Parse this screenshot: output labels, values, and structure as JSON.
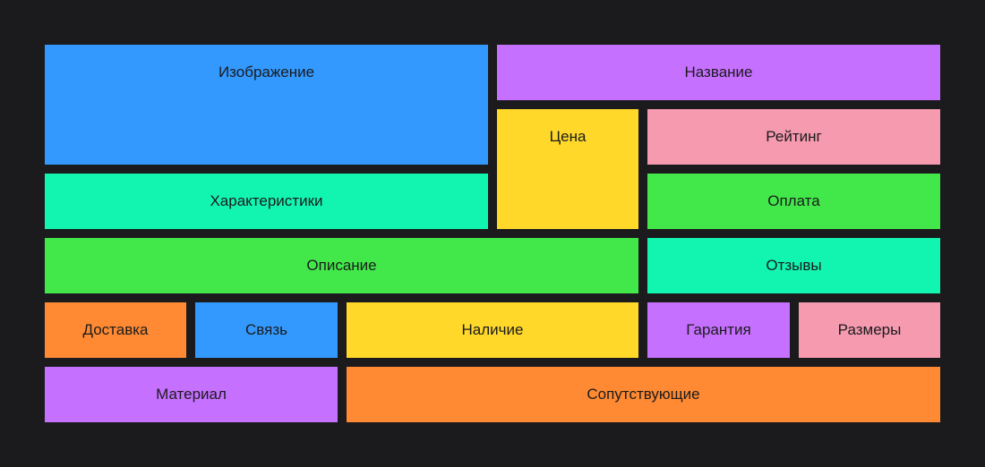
{
  "colors": {
    "background": "#1b1b1d",
    "text": "#1b1b1d"
  },
  "blocks": [
    {
      "id": "image",
      "label": "Изображение",
      "color": "#3399ff"
    },
    {
      "id": "title",
      "label": "Название",
      "color": "#c670ff"
    },
    {
      "id": "price",
      "label": "Цена",
      "color": "#ffd829"
    },
    {
      "id": "rating",
      "label": "Рейтинг",
      "color": "#f59aaf"
    },
    {
      "id": "specs",
      "label": "Характеристики",
      "color": "#12f5b0"
    },
    {
      "id": "payment",
      "label": "Оплата",
      "color": "#42e84a"
    },
    {
      "id": "description",
      "label": "Описание",
      "color": "#42e84a"
    },
    {
      "id": "reviews",
      "label": "Отзывы",
      "color": "#12f5b0"
    },
    {
      "id": "delivery",
      "label": "Доставка",
      "color": "#ff8a33"
    },
    {
      "id": "contact",
      "label": "Связь",
      "color": "#3399ff"
    },
    {
      "id": "availability",
      "label": "Наличие",
      "color": "#ffd829"
    },
    {
      "id": "warranty",
      "label": "Гарантия",
      "color": "#c670ff"
    },
    {
      "id": "sizes",
      "label": "Размеры",
      "color": "#f59aaf"
    },
    {
      "id": "material",
      "label": "Материал",
      "color": "#c670ff"
    },
    {
      "id": "related",
      "label": "Сопутствующие",
      "color": "#ff8a33"
    }
  ]
}
